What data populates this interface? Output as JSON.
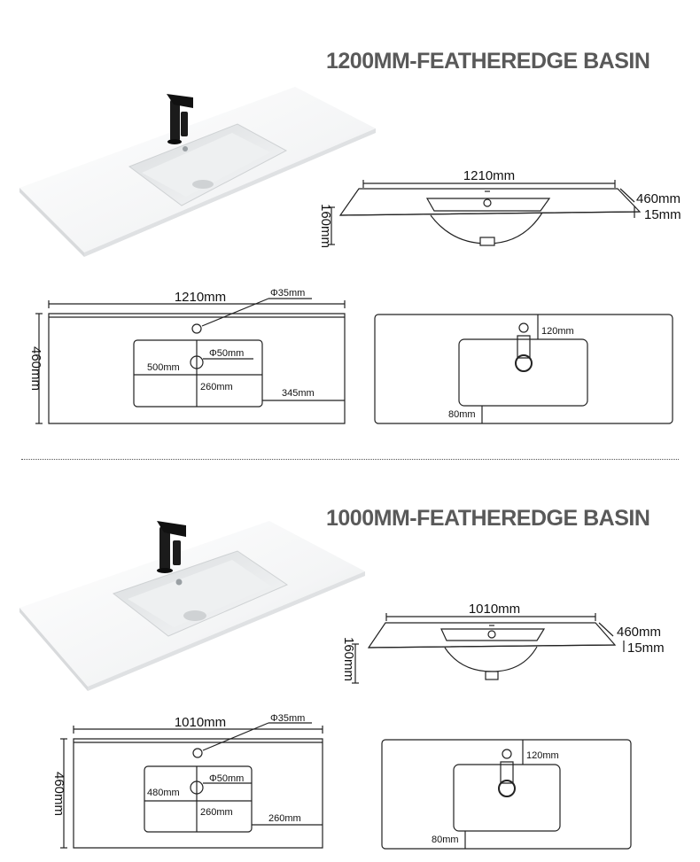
{
  "sections": [
    {
      "title": "1200MM-FEATHEREDGE BASIN",
      "side": {
        "width": "1210mm",
        "depth": "460mm",
        "thickness": "15mm",
        "height": "160mm"
      },
      "top": {
        "width": "1210mm",
        "depth": "460mm",
        "tap_hole": "Φ35mm",
        "drain": "Φ50mm",
        "bowl_length": "500mm",
        "bowl_depth": "260mm",
        "side_offset": "345mm"
      },
      "back": {
        "tap_offset": "120mm",
        "front_offset": "80mm"
      }
    },
    {
      "title": "1000MM-FEATHEREDGE BASIN",
      "side": {
        "width": "1010mm",
        "depth": "460mm",
        "thickness": "15mm",
        "height": "160mm"
      },
      "top": {
        "width": "1010mm",
        "depth": "460mm",
        "tap_hole": "Φ35mm",
        "drain": "Φ50mm",
        "bowl_length": "480mm",
        "bowl_depth": "260mm",
        "side_offset": "260mm"
      },
      "back": {
        "tap_offset": "120mm",
        "front_offset": "80mm"
      }
    }
  ]
}
